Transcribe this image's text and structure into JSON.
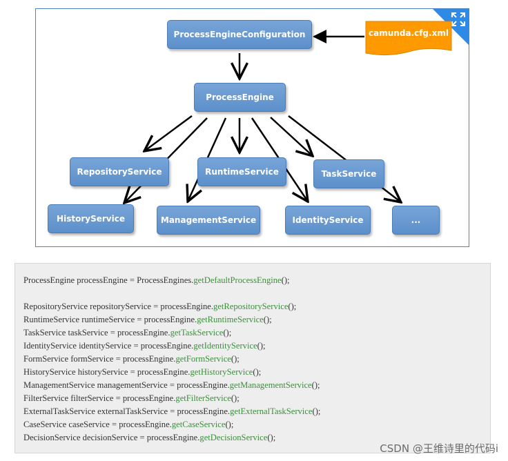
{
  "diagram": {
    "config_file": "camunda.cfg.xml",
    "nodes": {
      "configuration": "ProcessEngineConfiguration",
      "engine": "ProcessEngine",
      "repository": "RepositoryService",
      "runtime": "RuntimeService",
      "task": "TaskService",
      "history": "HistoryService",
      "management": "ManagementService",
      "identity": "IdentityService",
      "more": "..."
    },
    "icons": {
      "expand": "expand-arrows-icon"
    },
    "colors": {
      "node_fill": "#6a9bd1",
      "node_border": "#4a7bb5",
      "config_file_fill": "#ff9900",
      "frame_border": "#4a86c5",
      "corner_badge": "#2e8ae6"
    }
  },
  "code": {
    "lines": [
      {
        "pre": "ProcessEngine processEngine = ProcessEngines.",
        "method": "getDefaultProcessEngine",
        "post": "();"
      },
      {
        "pre": "",
        "method": "",
        "post": ""
      },
      {
        "pre": "RepositoryService repositoryService = processEngine.",
        "method": "getRepositoryService",
        "post": "();"
      },
      {
        "pre": "RuntimeService runtimeService = processEngine.",
        "method": "getRuntimeService",
        "post": "();"
      },
      {
        "pre": "TaskService taskService = processEngine.",
        "method": "getTaskService",
        "post": "();"
      },
      {
        "pre": "IdentityService identityService = processEngine.",
        "method": "getIdentityService",
        "post": "();"
      },
      {
        "pre": "FormService formService = processEngine.",
        "method": "getFormService",
        "post": "();"
      },
      {
        "pre": "HistoryService historyService = processEngine.",
        "method": "getHistoryService",
        "post": "();"
      },
      {
        "pre": "ManagementService managementService = processEngine.",
        "method": "getManagementService",
        "post": "();"
      },
      {
        "pre": "FilterService filterService = processEngine.",
        "method": "getFilterService",
        "post": "();"
      },
      {
        "pre": "ExternalTaskService externalTaskService = processEngine.",
        "method": "getExternalTaskService",
        "post": "();"
      },
      {
        "pre": "CaseService caseService = processEngine.",
        "method": "getCaseService",
        "post": "();"
      },
      {
        "pre": "DecisionService decisionService = processEngine.",
        "method": "getDecisionService",
        "post": "();"
      }
    ],
    "colors": {
      "text": "#333333",
      "method": "#3a8f3a",
      "background": "#eeeeee"
    }
  },
  "watermark": "CSDN @王维诗里的代码i"
}
